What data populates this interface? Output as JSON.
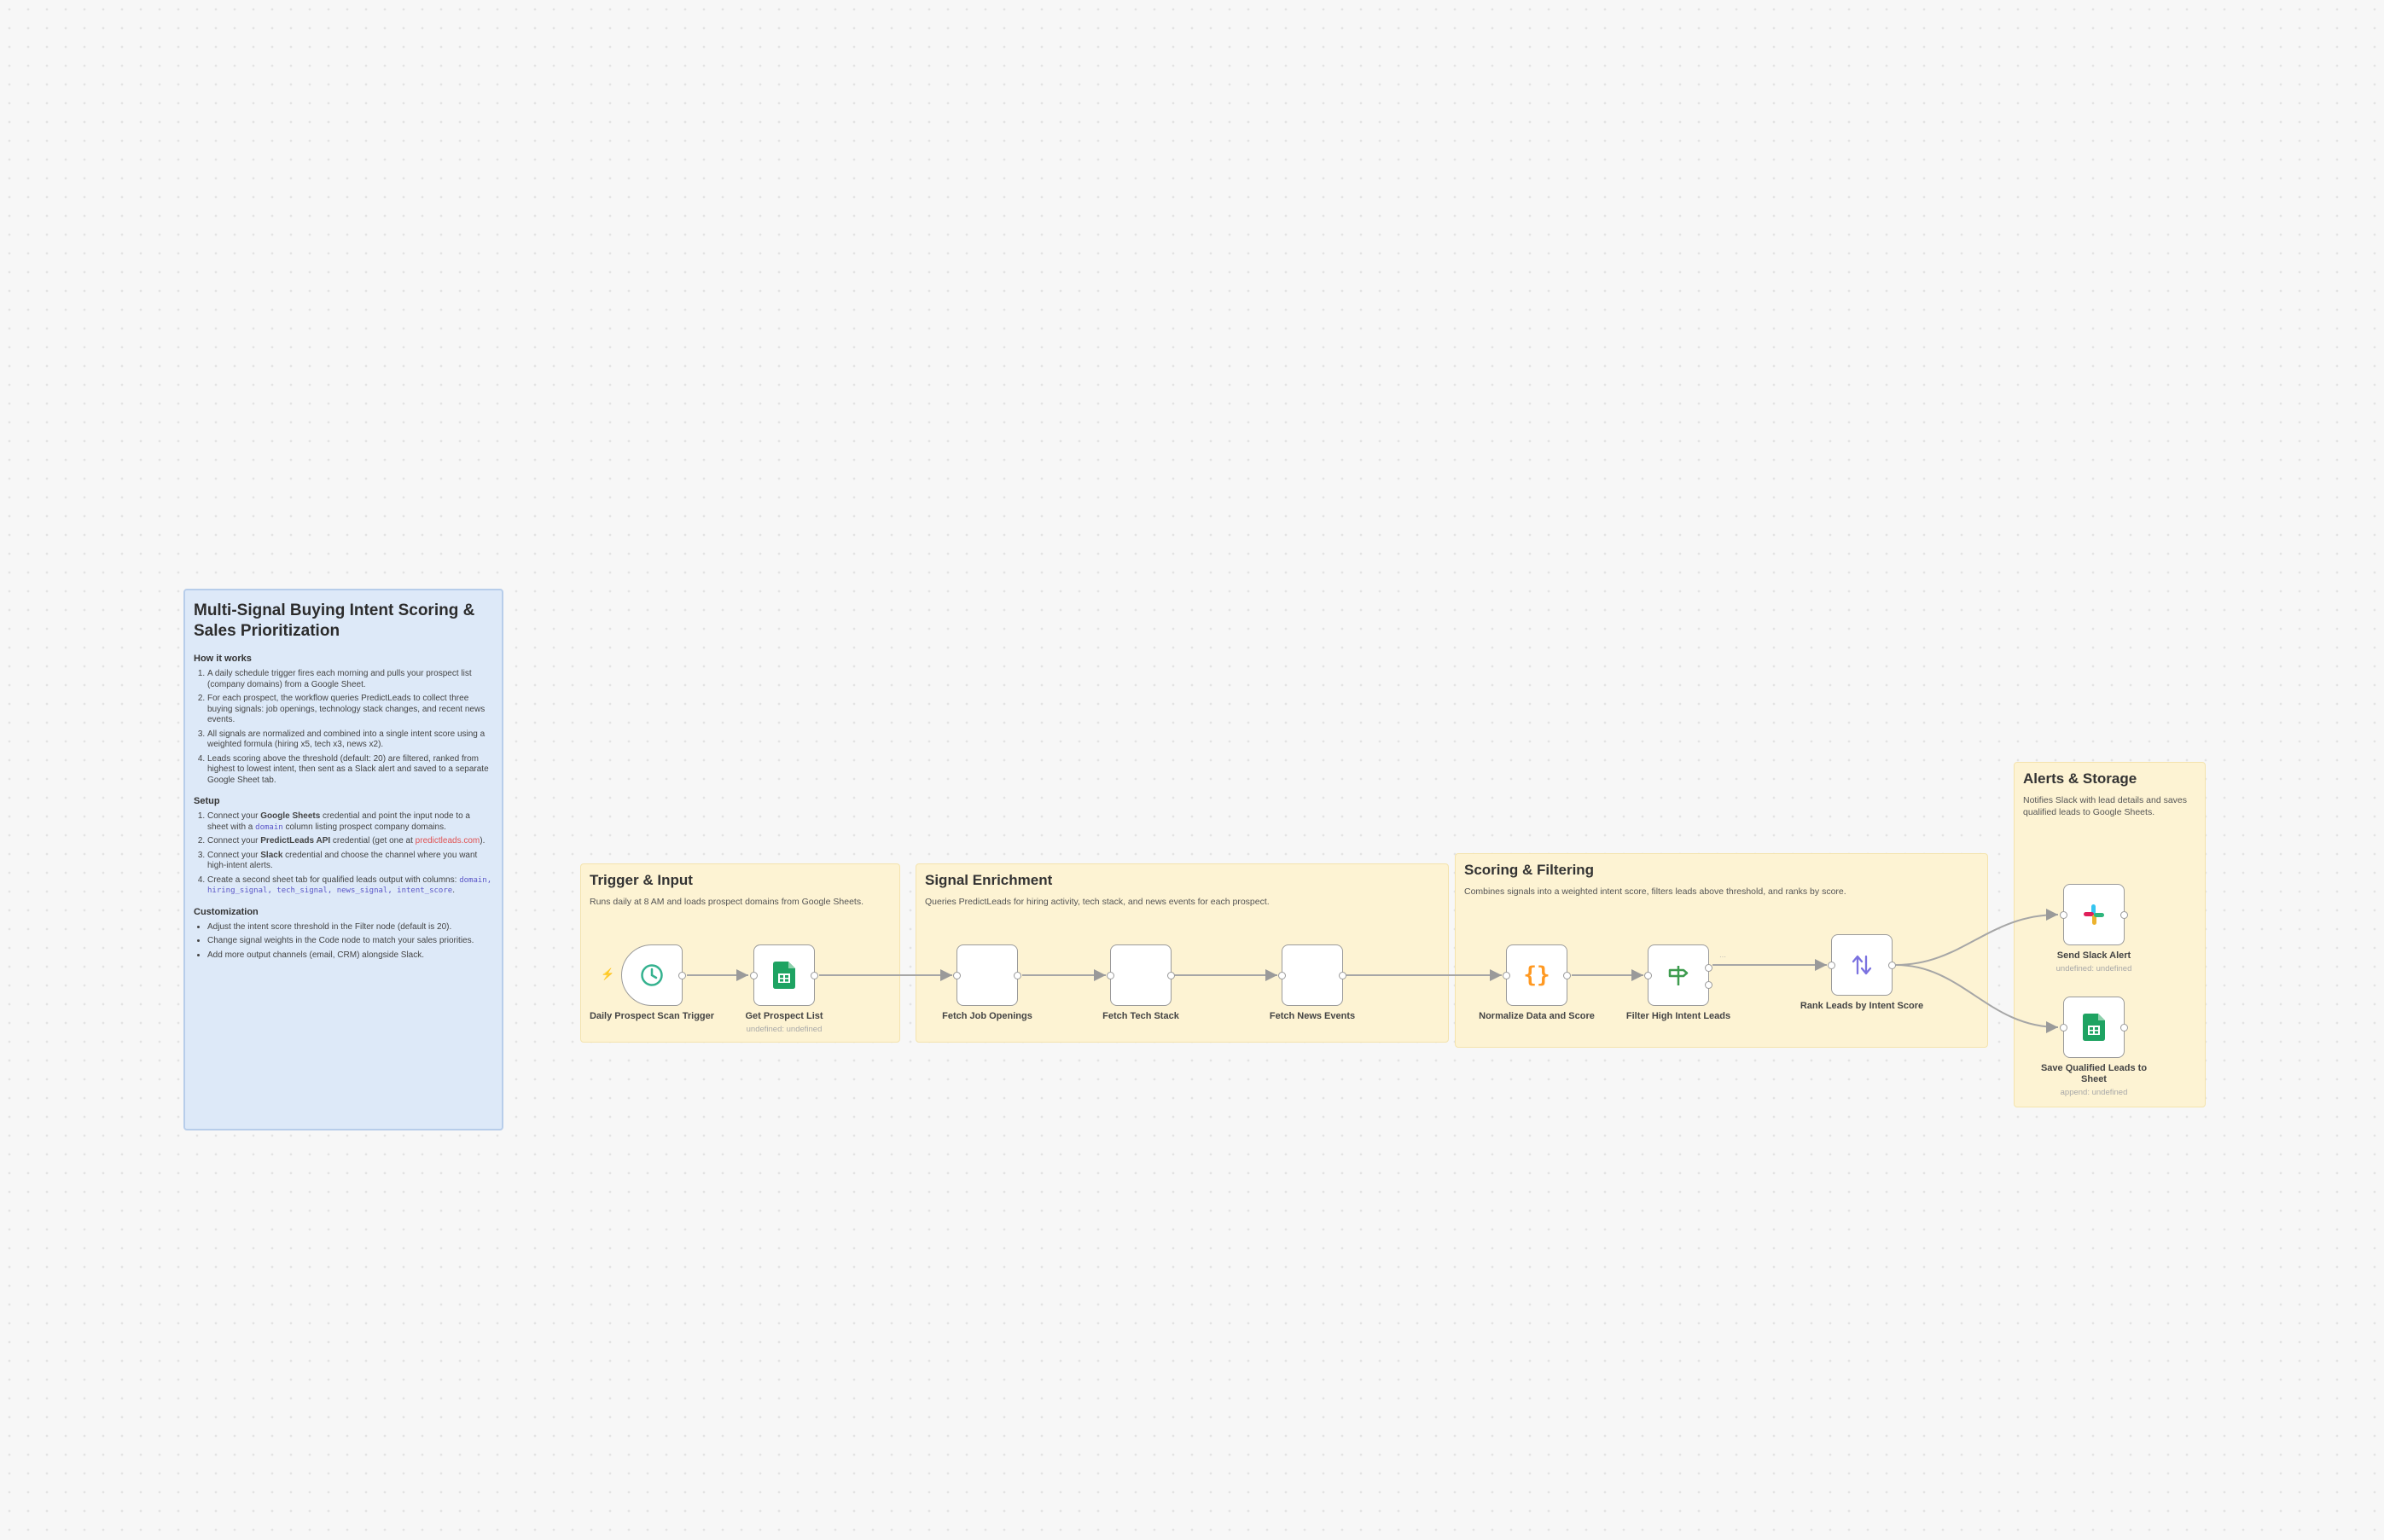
{
  "colors": {
    "accent_trigger": "#ff6d5a",
    "sheets_green": "#1ea362",
    "code_orange": "#ff9922",
    "filter_green": "#3e9c4f",
    "sort_purple": "#7b72e0",
    "sticky_yellow": "#fdf3d3",
    "sticky_blue": "#dde9f8"
  },
  "notes": {
    "title": "Multi-Signal Buying Intent Scoring & Sales Prioritization",
    "how_heading": "How it works",
    "how_items": [
      "A daily schedule trigger fires each morning and pulls your prospect list (company domains) from a Google Sheet.",
      "For each prospect, the workflow queries PredictLeads to collect three buying signals: job openings, technology stack changes, and recent news events.",
      "All signals are normalized and combined into a single intent score using a weighted formula (hiring x5, tech x3, news x2).",
      "Leads scoring above the threshold (default: 20) are filtered, ranked from highest to lowest intent, then sent as a Slack alert and saved to a separate Google Sheet tab."
    ],
    "setup_heading": "Setup",
    "setup": {
      "s1_a": "Connect your ",
      "s1_b": "Google Sheets",
      "s1_c": " credential and point the input node to a sheet with a ",
      "s1_d": "domain",
      "s1_e": " column listing prospect company domains.",
      "s2_a": "Connect your ",
      "s2_b": "PredictLeads API",
      "s2_c": " credential (get one at ",
      "s2_d": "predictleads.com",
      "s2_e": ").",
      "s3_a": "Connect your ",
      "s3_b": "Slack",
      "s3_c": " credential and choose the channel where you want high-intent alerts.",
      "s4_a": "Create a second sheet tab for qualified leads output with columns: ",
      "s4_b": "domain, hiring_signal, tech_signal, news_signal, intent_score",
      "s4_c": "."
    },
    "custom_heading": "Customization",
    "custom_items": [
      "Adjust the intent score threshold in the Filter node (default is 20).",
      "Change signal weights in the Code node to match your sales priorities.",
      "Add more output channels (email, CRM) alongside Slack."
    ]
  },
  "groups": {
    "trigger": {
      "title": "Trigger & Input",
      "desc": "Runs daily at 8 AM and loads prospect domains from Google Sheets."
    },
    "enrichment": {
      "title": "Signal Enrichment",
      "desc": "Queries PredictLeads for hiring activity, tech stack, and news events for each prospect."
    },
    "scoring": {
      "title": "Scoring & Filtering",
      "desc": "Combines signals into a weighted intent score, filters leads above threshold, and ranks by score."
    },
    "alerts": {
      "title": "Alerts & Storage",
      "desc": "Notifies Slack with lead details and saves qualified leads to Google Sheets."
    }
  },
  "nodes": {
    "schedule": {
      "label": "Daily Prospect Scan Trigger",
      "icon": "clock-icon"
    },
    "get_list": {
      "label": "Get Prospect List",
      "sub": "undefined: undefined",
      "icon": "google-sheets-icon"
    },
    "jobs": {
      "label": "Fetch Job Openings",
      "icon": "http-request-icon"
    },
    "tech": {
      "label": "Fetch Tech Stack",
      "icon": "http-request-icon"
    },
    "news": {
      "label": "Fetch News Events",
      "icon": "http-request-icon"
    },
    "normalize": {
      "label": "Normalize Data and Score",
      "icon": "code-braces-icon"
    },
    "filter": {
      "label": "Filter High Intent Leads",
      "icon": "filter-signpost-icon"
    },
    "rank": {
      "label": "Rank Leads by Intent Score",
      "icon": "sort-arrows-icon"
    },
    "slack": {
      "label": "Send Slack Alert",
      "sub": "undefined: undefined",
      "icon": "slack-icon"
    },
    "save": {
      "label": "Save Qualified Leads to Sheet",
      "sub": "append: undefined",
      "icon": "google-sheets-icon"
    }
  }
}
